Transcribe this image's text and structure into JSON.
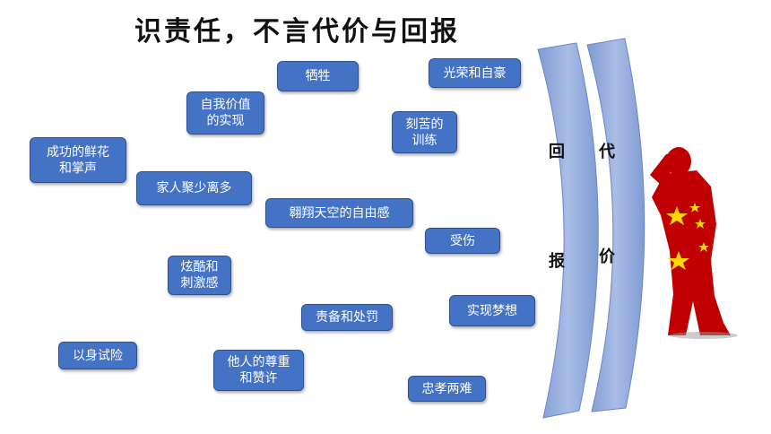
{
  "title": "识责任，不言代价与回报",
  "boxes": {
    "sacrifice": "牺牲",
    "glory": "光荣和自豪",
    "self_value": "自我价值\n的实现",
    "hard_training": "刻苦的\n训练",
    "flowers": "成功的鲜花\n和掌声",
    "family": "家人聚少离多",
    "soaring": "翱翔天空的自由感",
    "injury": "受伤",
    "thrill": "炫酷和\n刺激感",
    "dream": "实现梦想",
    "blame": "责备和处罚",
    "risk": "以身试险",
    "respect": "他人的尊重\n和赞许",
    "loyalty": "忠孝两难"
  },
  "bands": {
    "reward": [
      "回",
      "报"
    ],
    "price": [
      "代",
      "价"
    ]
  },
  "colors": {
    "box_fill": "#4472c4",
    "band_fill": "#8faadc",
    "soldier": "#c00000",
    "star": "#ffd700"
  }
}
